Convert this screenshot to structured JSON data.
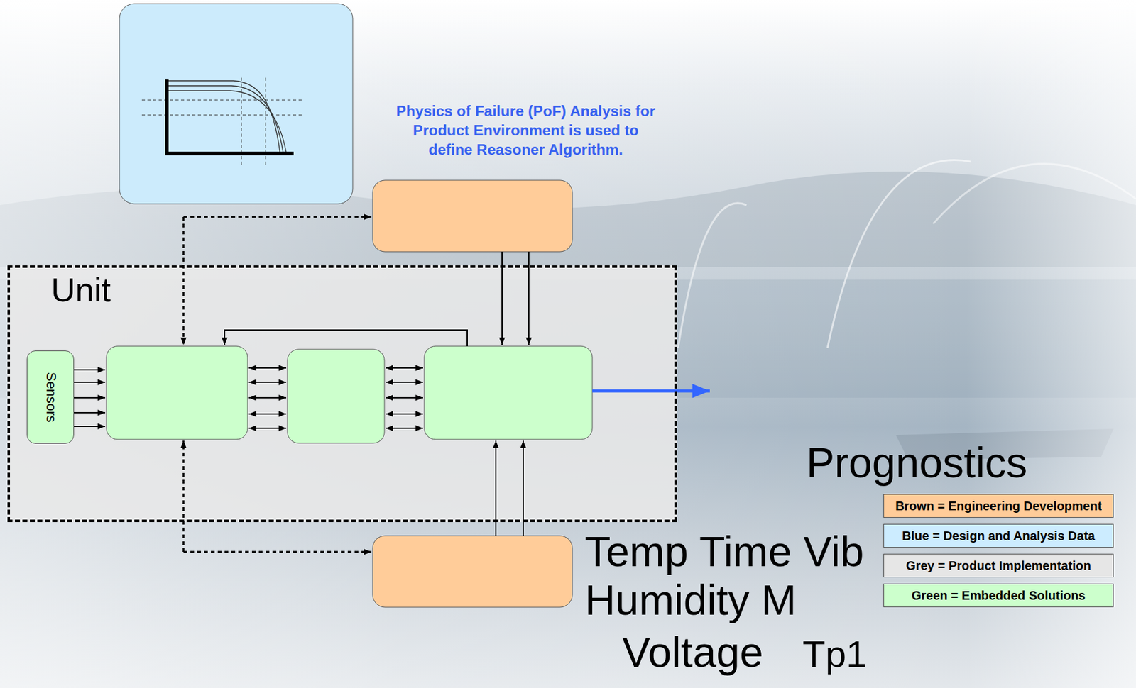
{
  "diagram": {
    "nodes": [
      {
        "text": [
          "Unit"
        ]
      },
      {
        "text": [
          "Sensors"
        ],
        "in": 0
      }
    ],
    "labels": [
      "Physics of Failure (PoF) Analysis for Product Environment is used to define Reasoner Algorithm.",
      "Prognostics",
      "Temp Time Vib Humidity M",
      "Voltage",
      "Tp1"
    ],
    "legend": [
      {
        "text": "Brown = Engineering Development",
        "color": "#ffcc99"
      },
      {
        "text": "Blue = Design and Analysis Data",
        "color": "#ccecff"
      },
      {
        "text": "Grey = Product Implementation",
        "color": "#e6e6e6"
      },
      {
        "text": "Green = Embedded Solutions",
        "color": "#ccffcc"
      }
    ]
  }
}
